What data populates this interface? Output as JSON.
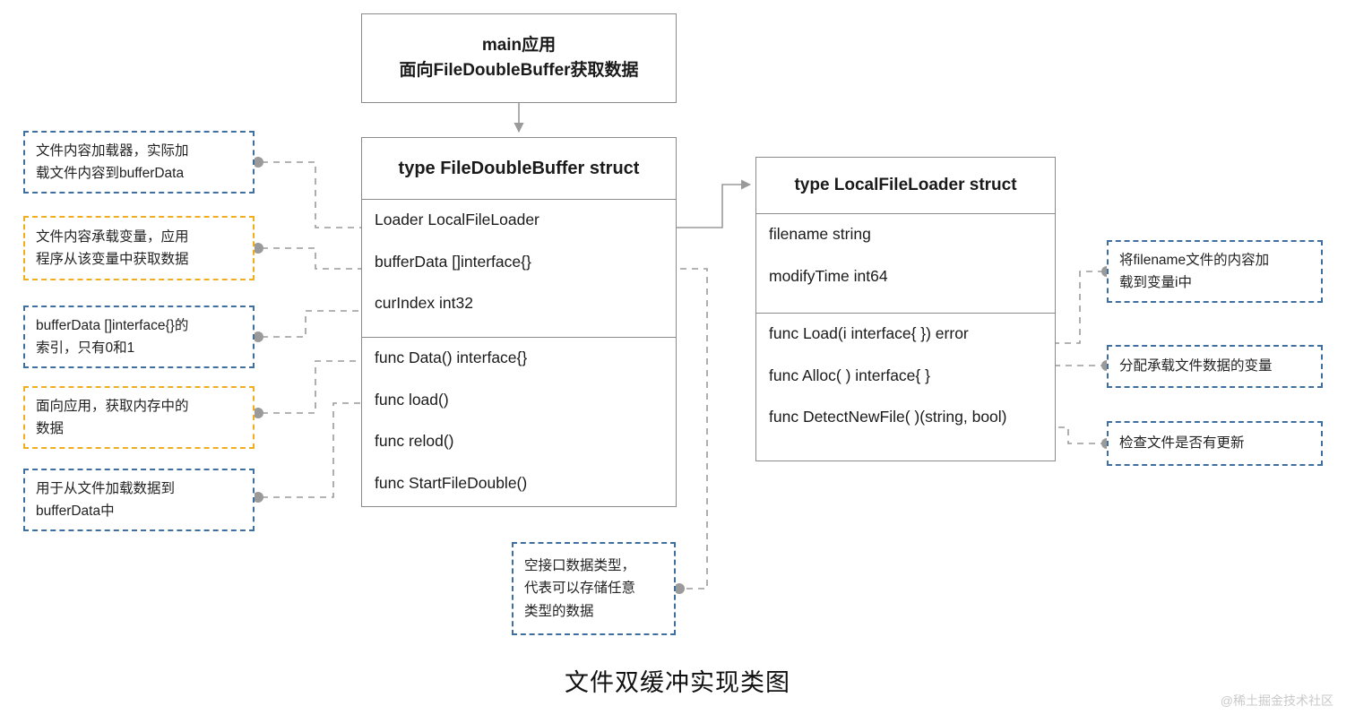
{
  "diagram": {
    "caption": "文件双缓冲实现类图",
    "watermark": "@稀土掘金技术社区",
    "colors": {
      "note_blue": "#3f6f9f",
      "note_amber": "#f0ad1e",
      "class_border": "#8a8a8a",
      "connector": "#9a9a9a"
    }
  },
  "main_app": {
    "line1": "main应用",
    "line2": "面向FileDoubleBuffer获取数据"
  },
  "file_double_buffer": {
    "title": "type  FileDoubleBuffer struct",
    "fields": [
      "Loader LocalFileLoader",
      "bufferData []interface{}",
      "curIndex int32"
    ],
    "methods": [
      "func Data() interface{}",
      "func load()",
      "func relod()",
      "func StartFileDouble()"
    ]
  },
  "local_file_loader": {
    "title": "type LocalFileLoader struct",
    "fields": [
      "filename string",
      "modifyTime int64"
    ],
    "methods": [
      "func Load(i interface{ }) error",
      "func Alloc( ) interface{ }",
      "func DetectNewFile( )(string, bool)"
    ]
  },
  "notes": {
    "loader": {
      "style": "blue",
      "lines": [
        "文件内容加载器，实际加",
        "载文件内容到bufferData"
      ]
    },
    "buffer_data": {
      "style": "amber",
      "lines": [
        "文件内容承载变量，应用",
        "程序从该变量中获取数据"
      ]
    },
    "cur_index": {
      "style": "blue",
      "lines": [
        "bufferData []interface{}的",
        "索引，只有0和1"
      ]
    },
    "data_method": {
      "style": "amber",
      "lines": [
        "面向应用，获取内存中的",
        "数据"
      ]
    },
    "load_method": {
      "style": "blue",
      "lines": [
        "用于从文件加载数据到",
        "bufferData中"
      ]
    },
    "empty_interface": {
      "style": "blue",
      "lines": [
        "空接口数据类型，",
        "代表可以存储任意",
        "类型的数据"
      ]
    },
    "loader_load": {
      "style": "blue",
      "lines": [
        "将filename文件的内容加",
        "载到变量i中"
      ]
    },
    "loader_alloc": {
      "style": "blue",
      "lines": [
        "分配承载文件数据的变量"
      ]
    },
    "loader_detect": {
      "style": "blue",
      "lines": [
        "检查文件是否有更新"
      ]
    }
  }
}
